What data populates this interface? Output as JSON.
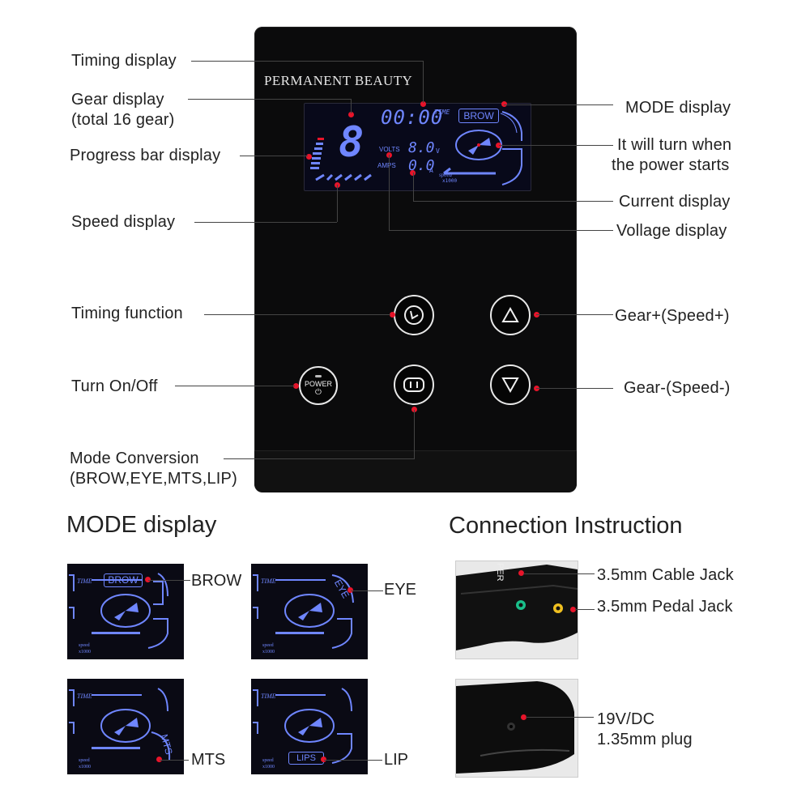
{
  "device": {
    "brand": "PERMANENT BEAUTY",
    "lcd": {
      "gear_digit": "8",
      "timer": "00:00",
      "time_label": "TIME",
      "mode": "BROW",
      "volts_label": "VOLTS",
      "volts_value": "8.0",
      "volts_unit": "V",
      "amps_label": "AMPS",
      "amps_value": "0.0",
      "amps_unit": "A",
      "speed_label": "speed",
      "speed_unit": "x1000"
    },
    "power_button_label": "POWER"
  },
  "callouts": {
    "timing_display": "Timing display",
    "gear_display_1": "Gear display",
    "gear_display_2": "(total 16 gear)",
    "progress_bar_display": "Progress bar display",
    "speed_display": "Speed display",
    "timing_function": "Timing function",
    "turn_on_off": "Turn On/Off",
    "mode_conversion_1": "Mode Conversion",
    "mode_conversion_2": "(BROW,EYE,MTS,LIP)",
    "mode_display": "MODE display",
    "power_starts_1": "It will turn when",
    "power_starts_2": "the power starts",
    "current_display": "Current display",
    "voltage_display": "Vollage display",
    "gear_plus": "Gear+(Speed+)",
    "gear_minus": "Gear-(Speed-)"
  },
  "mode_section": {
    "title": "MODE display",
    "modes": [
      {
        "screen_text": "BROW",
        "label": "BROW"
      },
      {
        "screen_text": "EYE",
        "label": "EYE"
      },
      {
        "screen_text": "MTS",
        "label": "MTS"
      },
      {
        "screen_text": "LIPS",
        "label": "LIP"
      }
    ]
  },
  "connection_section": {
    "title": "Connection Instruction",
    "cable_jack": "3.5mm Cable Jack",
    "pedal_jack": "3.5mm Pedal Jack",
    "dc_1": "19V/DC",
    "dc_2": "1.35mm plug",
    "photo_brand_fragment": "PER"
  },
  "colors": {
    "accent_dot": "#e8142a",
    "lcd_blue": "#6f86ff",
    "device_body": "#0b0b0c"
  }
}
